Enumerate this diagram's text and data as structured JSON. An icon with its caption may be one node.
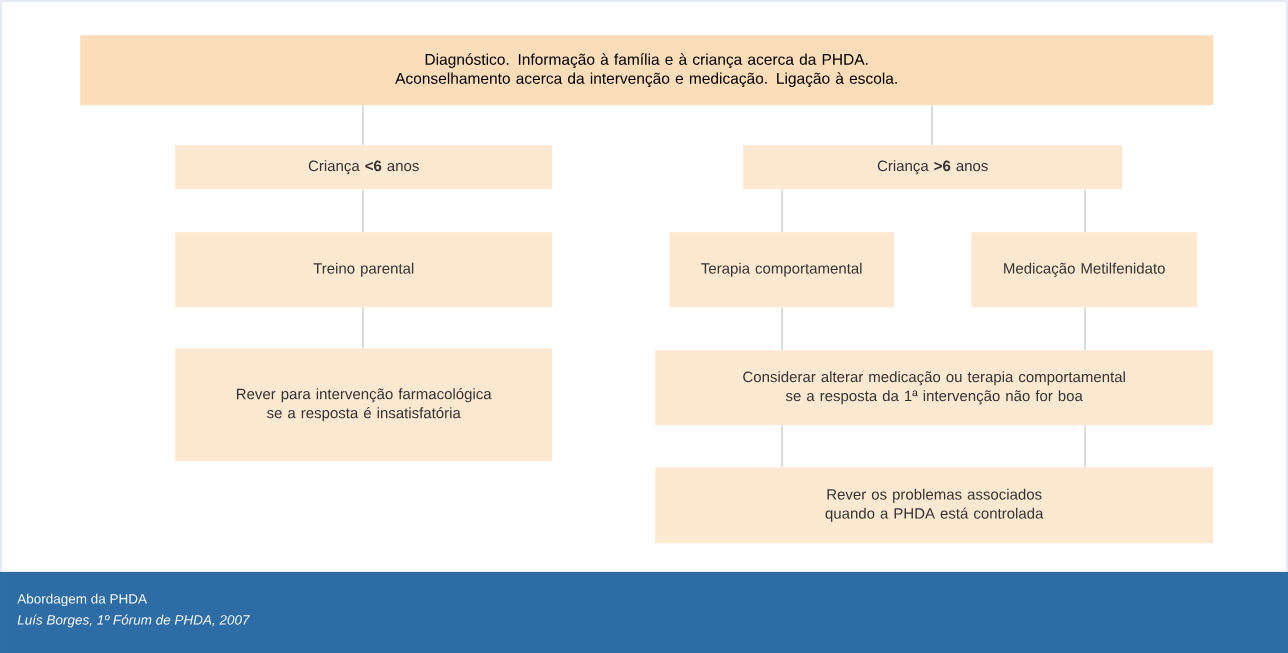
{
  "diagram": {
    "caption": "Abordagem da PHDA",
    "nodes": [
      {
        "text": [
          "Diagnóstico. Informação à família e à criança acerca da PHDA. Aconselhamento acerca da intervenção e medicação. Ligação à escola."
        ]
      },
      {
        "text": [
          "Criança **<6** anos"
        ]
      },
      {
        "text": [
          "Criança **>6** anos"
        ]
      },
      {
        "text": [
          "Treino parental"
        ]
      },
      {
        "text": [
          "Terapia comportamental"
        ]
      },
      {
        "text": [
          "Medicação Metilfenidato"
        ]
      },
      {
        "text": [
          "Rever para intervenção farmacológica se a resposta é insatisfatória"
        ]
      },
      {
        "text": [
          "Considerar alterar medicação ou terapia comportamental se a resposta da 1ª intervenção não for boa"
        ]
      },
      {
        "text": [
          "Rever os problemas associados quando a PHDA está controlada"
        ]
      }
    ],
    "edges": [
      {
        "from": 0,
        "to": 1,
        "arrow": "none"
      },
      {
        "from": 0,
        "to": 2,
        "arrow": "none"
      },
      {
        "from": 1,
        "to": 3,
        "arrow": "none"
      },
      {
        "from": 2,
        "to": 4,
        "arrow": "none"
      },
      {
        "from": 2,
        "to": 5,
        "arrow": "none"
      },
      {
        "from": 3,
        "to": 6,
        "arrow": "none"
      },
      {
        "from": 4,
        "to": 7,
        "arrow": "none"
      },
      {
        "from": 5,
        "to": 7,
        "arrow": "none"
      },
      {
        "from": 7,
        "to": 8,
        "arrow": "none"
      },
      {
        "from": 7,
        "to": 8,
        "arrow": "none"
      }
    ],
    "labels": [
      "Luís Borges, 1º Fórum de PHDA, 2007"
    ]
  }
}
